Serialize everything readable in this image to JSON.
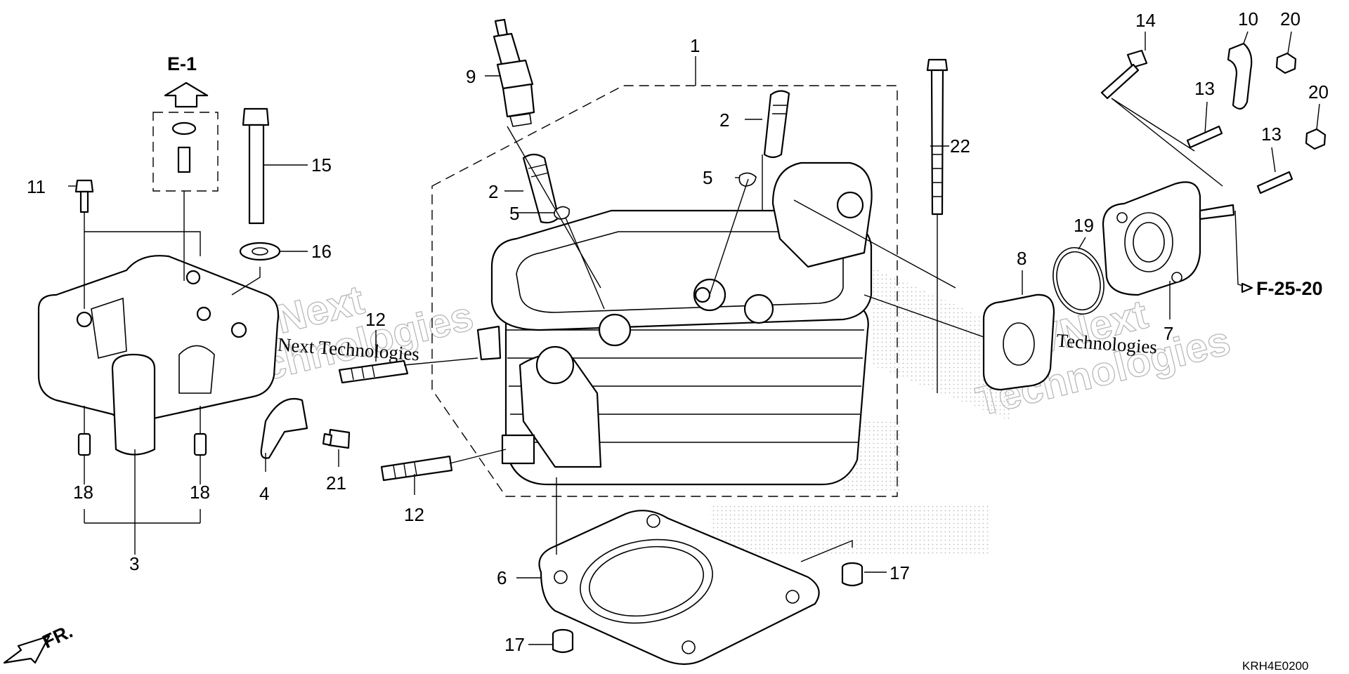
{
  "diagram": {
    "callouts": {
      "c1": "1",
      "c2a": "2",
      "c2b": "2",
      "c3": "3",
      "c4": "4",
      "c5a": "5",
      "c5b": "5",
      "c6": "6",
      "c7": "7",
      "c8": "8",
      "c9": "9",
      "c10": "10",
      "c11": "11",
      "c12a": "12",
      "c12b": "12",
      "c13a": "13",
      "c13b": "13",
      "c14": "14",
      "c15": "15",
      "c16": "16",
      "c17a": "17",
      "c17b": "17",
      "c18a": "18",
      "c18b": "18",
      "c19": "19",
      "c20a": "20",
      "c20b": "20",
      "c21": "21",
      "c22": "22"
    },
    "refs": {
      "e1": "E-1",
      "f2520": "F-25-20",
      "fr": "FR."
    },
    "diagram_code": "KRH4E0200",
    "watermark": {
      "text_a": "VNext Technologies",
      "text_b": "VNext Technologies",
      "outline_a1": "VNext",
      "outline_a2": "Technologies",
      "outline_b1": "VNext",
      "outline_b2": "Technologies"
    }
  }
}
